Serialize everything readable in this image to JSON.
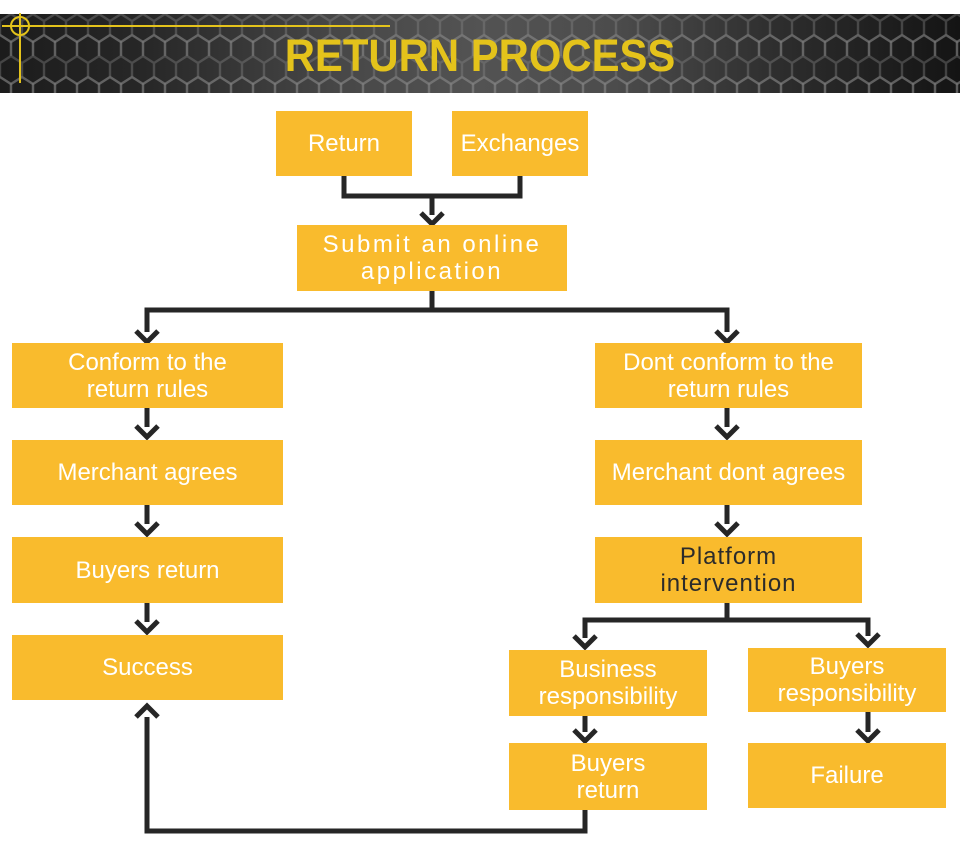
{
  "header": {
    "title": "RETURN PROCESS"
  },
  "colors": {
    "box": "#F9BB2D",
    "connector": "#262626",
    "title-yellow": "#E4C31B",
    "text-light": "#FFFFFF",
    "text-dark": "#2B2B2B"
  },
  "nodes": {
    "return": {
      "label": "Return"
    },
    "exchanges": {
      "label": "Exchanges"
    },
    "submit": {
      "label": [
        "Submit an online",
        "application"
      ]
    },
    "conform": {
      "label": [
        "Conform to the",
        "return rules"
      ]
    },
    "dont_conform": {
      "label": [
        "Dont conform to the",
        "return rules"
      ]
    },
    "merchant_agrees": {
      "label": "Merchant agrees"
    },
    "merchant_dont_agrees": {
      "label": "Merchant dont agrees"
    },
    "buyers_return": {
      "label": "Buyers return"
    },
    "platform_intervention": {
      "label": [
        "Platform",
        "intervention"
      ]
    },
    "success": {
      "label": "Success"
    },
    "business_responsibility": {
      "label": [
        "Business",
        "responsibility"
      ]
    },
    "buyers_responsibility": {
      "label": [
        "Buyers",
        "responsibility"
      ]
    },
    "buyers_return_2": {
      "label": [
        "Buyers",
        "return"
      ]
    },
    "failure": {
      "label": "Failure"
    }
  }
}
